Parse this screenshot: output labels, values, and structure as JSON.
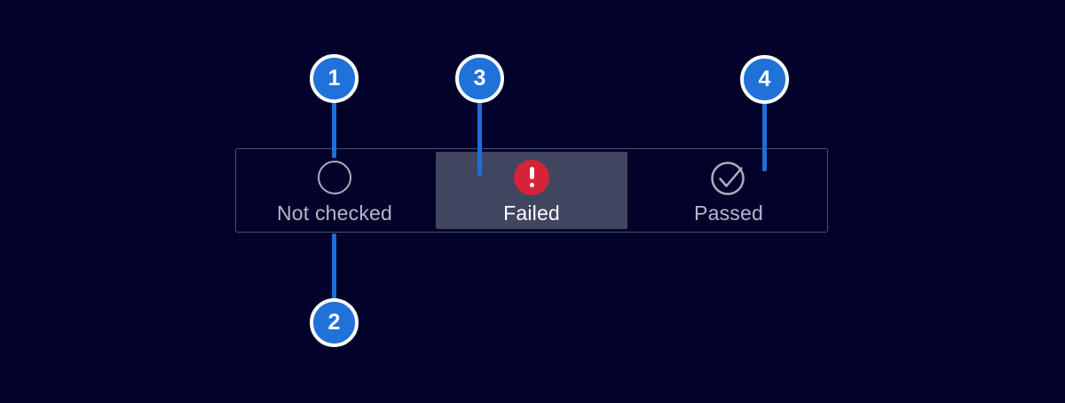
{
  "page": {
    "background_color": "#02022a"
  },
  "status_control": {
    "border_color": "#4b5066",
    "selected_background": "#414660",
    "label_color": "#b3b8c6",
    "selected_label_color": "#ffffff",
    "icon_color": "#a9aebd",
    "error_color": "#d72339",
    "segments": [
      {
        "label": "Not checked",
        "icon": "circle-outline-icon",
        "state": "default"
      },
      {
        "label": "Failed",
        "icon": "error-badge-icon",
        "state": "selected"
      },
      {
        "label": "Passed",
        "icon": "check-circle-icon",
        "state": "default"
      }
    ]
  },
  "callouts": {
    "badge_color": "#2071d8",
    "ring_color": "#ffffff",
    "line_color": "#1f6fd9",
    "items": [
      {
        "number": "1",
        "points_to": "not-checked-icon"
      },
      {
        "number": "2",
        "points_to": "not-checked-label"
      },
      {
        "number": "3",
        "points_to": "failed-segment"
      },
      {
        "number": "4",
        "points_to": "passed-segment"
      }
    ]
  }
}
